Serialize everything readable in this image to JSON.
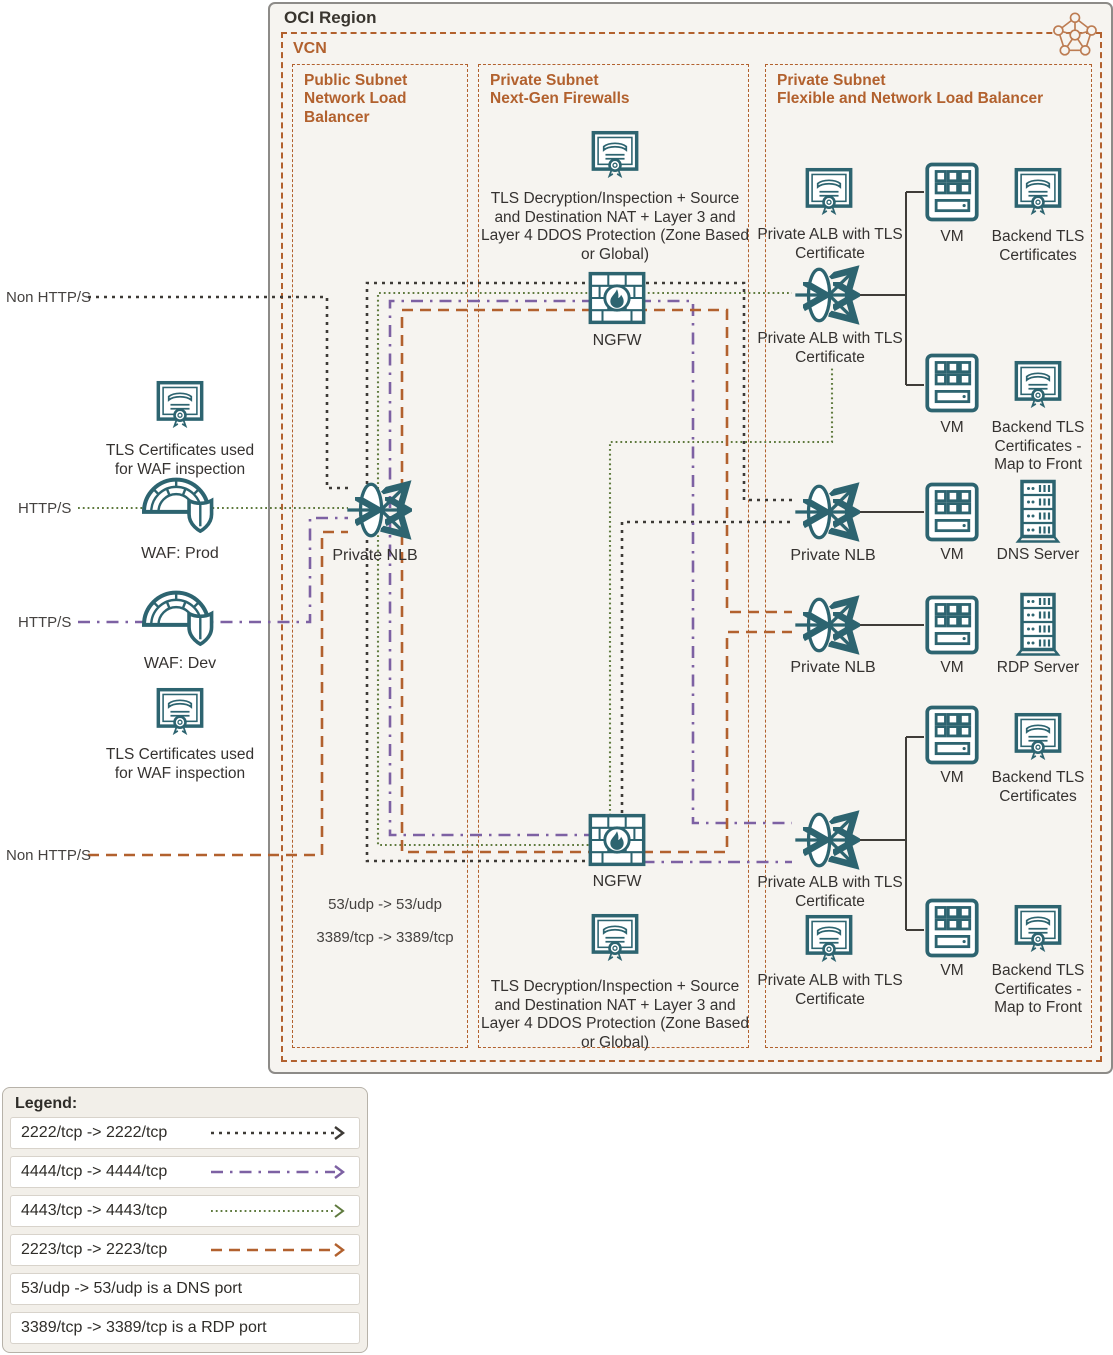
{
  "region": {
    "title": "OCI Region"
  },
  "vcn": {
    "label": "VCN"
  },
  "subnets": {
    "public": "Public Subnet\nNetwork Load\nBalancer",
    "firewalls": "Private Subnet\nNext-Gen Firewalls",
    "flex": "Private Subnet\nFlexible and Network Load Balancer"
  },
  "labels": {
    "tls_decrypt": "TLS Decryption/Inspection + Source and Destination NAT + Layer 3 and Layer 4 DDOS Protection (Zone Based or Global)",
    "ngfw": "NGFW",
    "private_nlb": "Private NLB",
    "private_alb": "Private ALB with TLS Certificate",
    "vm": "VM",
    "backend_tls": "Backend TLS Certificates",
    "backend_tls_front": "Backend TLS Certificates - Map to Front",
    "dns_server": "DNS Server",
    "rdp_server": "RDP Server",
    "waf_certs": "TLS Certificates used for WAF inspection",
    "waf_prod": "WAF: Prod",
    "waf_dev": "WAF: Dev",
    "non_https": "Non HTTP/S",
    "https": "HTTP/S",
    "udp_map": "53/udp -> 53/udp",
    "rdp_map": "3389/tcp -> 3389/tcp"
  },
  "legend": {
    "title": "Legend:",
    "items": [
      {
        "label": "2222/tcp -> 2222/tcp",
        "style": "dotted-black"
      },
      {
        "label": "4444/tcp -> 4444/tcp",
        "style": "dashdot-purple"
      },
      {
        "label": "4443/tcp -> 4443/tcp",
        "style": "dotted-green"
      },
      {
        "label": "2223/tcp -> 2223/tcp",
        "style": "dashed-orange"
      },
      {
        "label": "53/udp -> 53/udp is a DNS port",
        "style": "none"
      },
      {
        "label": "3389/tcp -> 3389/tcp is a RDP port",
        "style": "none"
      }
    ]
  },
  "colors": {
    "accent_orange": "#b2612e",
    "icon_teal": "#2d6470",
    "flow_black": "#3d3a36",
    "flow_purple": "#7d61a3",
    "flow_green": "#5f7a3e",
    "region_bg": "#f6f4f0"
  }
}
